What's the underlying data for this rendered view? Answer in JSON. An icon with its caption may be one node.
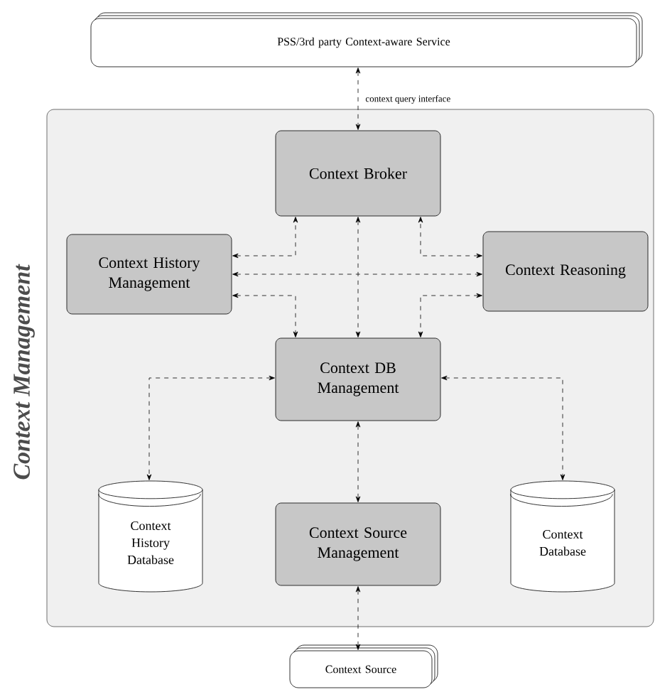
{
  "diagram": {
    "nodes": [
      {
        "text": [
          "PSS/3rd party Context-aware Service"
        ]
      },
      {
        "text": [
          "Context Management"
        ]
      },
      {
        "text": [
          "Context Broker"
        ],
        "in": 1
      },
      {
        "text": [
          "Context History Management"
        ],
        "in": 1
      },
      {
        "text": [
          "Context Reasoning"
        ],
        "in": 1
      },
      {
        "text": [
          "Context DB Management"
        ],
        "in": 1
      },
      {
        "text": [
          "Context History Database"
        ],
        "in": 1
      },
      {
        "text": [
          "Context Source Management"
        ],
        "in": 1
      },
      {
        "text": [
          "Context Database"
        ],
        "in": 1
      },
      {
        "text": [
          "Context Source"
        ]
      }
    ],
    "edges": [
      {
        "from": 0,
        "to": 2,
        "arrow": "both",
        "label": "context query interface"
      },
      {
        "from": 3,
        "to": 2,
        "arrow": "both"
      },
      {
        "from": 4,
        "to": 2,
        "arrow": "both"
      },
      {
        "from": 3,
        "to": 4,
        "arrow": "both"
      },
      {
        "from": 3,
        "to": 5,
        "arrow": "both"
      },
      {
        "from": 4,
        "to": 5,
        "arrow": "both"
      },
      {
        "from": 2,
        "to": 5,
        "arrow": "both"
      },
      {
        "from": 5,
        "to": 6,
        "arrow": "both"
      },
      {
        "from": 5,
        "to": 8,
        "arrow": "both"
      },
      {
        "from": 5,
        "to": 7,
        "arrow": "both"
      },
      {
        "from": 7,
        "to": 9,
        "arrow": "both"
      }
    ]
  }
}
